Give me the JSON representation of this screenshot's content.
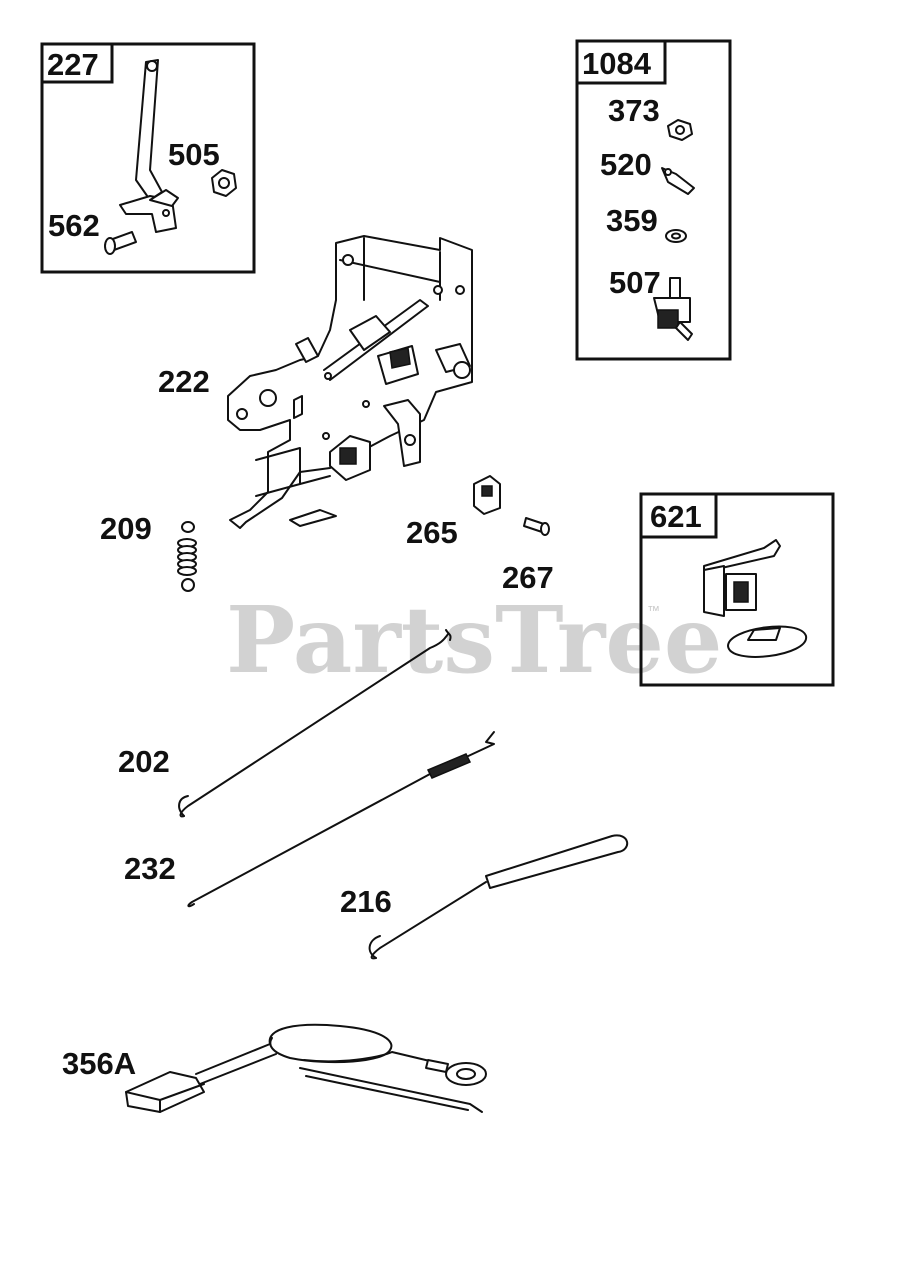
{
  "watermark": {
    "text": "PartsTree",
    "trademark": "™"
  },
  "kits": [
    {
      "id": "kit-227",
      "label": "227",
      "parts": [
        "505",
        "562"
      ]
    },
    {
      "id": "kit-1084",
      "label": "1084",
      "parts": [
        "373",
        "520",
        "359",
        "507"
      ]
    },
    {
      "id": "kit-621",
      "label": "621",
      "parts": []
    }
  ],
  "callouts": {
    "p505": "505",
    "p562": "562",
    "p373": "373",
    "p520": "520",
    "p359": "359",
    "p507": "507",
    "p222": "222",
    "p209": "209",
    "p265": "265",
    "p267": "267",
    "p202": "202",
    "p232": "232",
    "p216": "216",
    "p356a": "356A"
  }
}
